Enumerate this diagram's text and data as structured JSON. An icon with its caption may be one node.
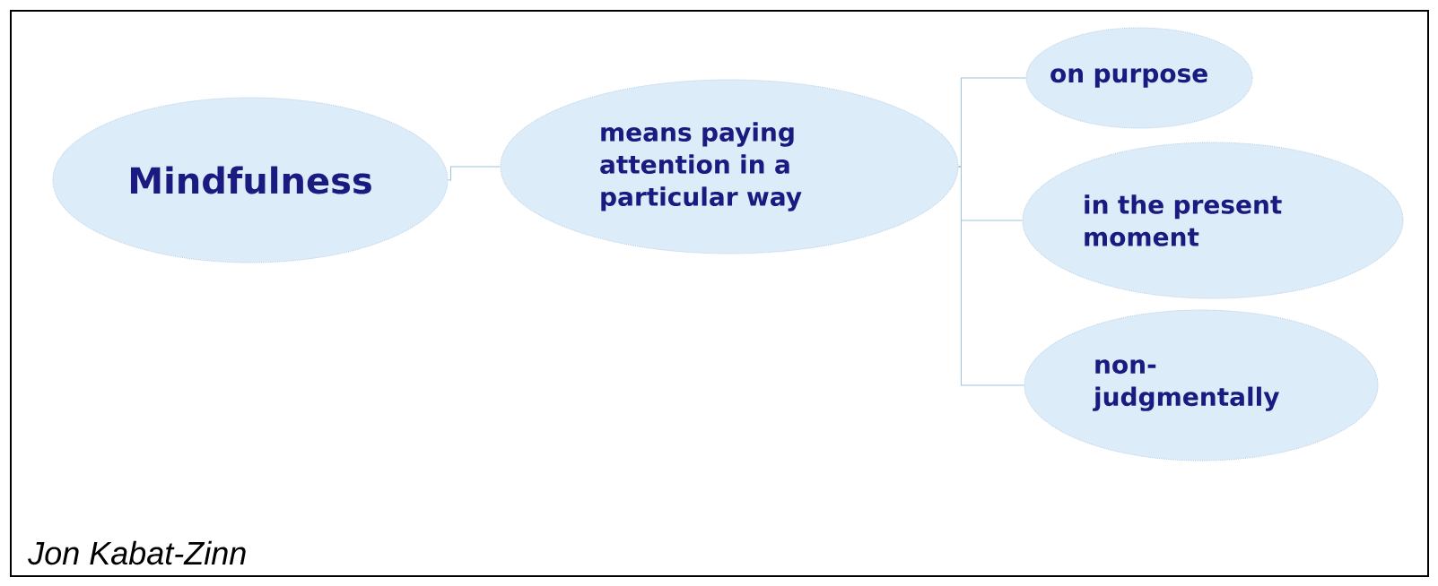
{
  "diagram": {
    "nodes": [
      {
        "text": [
          "Mindfulness"
        ]
      },
      {
        "text": [
          "means paying attention in a particular way"
        ]
      },
      {
        "text": [
          "on purpose"
        ]
      },
      {
        "text": [
          "in the present moment"
        ]
      },
      {
        "text": [
          "non-judgmentally"
        ]
      }
    ],
    "edges": [
      {
        "from": 0,
        "to": 1,
        "arrow": "none"
      },
      {
        "from": 1,
        "to": 2,
        "arrow": "none"
      },
      {
        "from": 1,
        "to": 3,
        "arrow": "none"
      },
      {
        "from": 1,
        "to": 4,
        "arrow": "none"
      }
    ],
    "labels": [
      "Jon Kabat-Zinn"
    ]
  }
}
